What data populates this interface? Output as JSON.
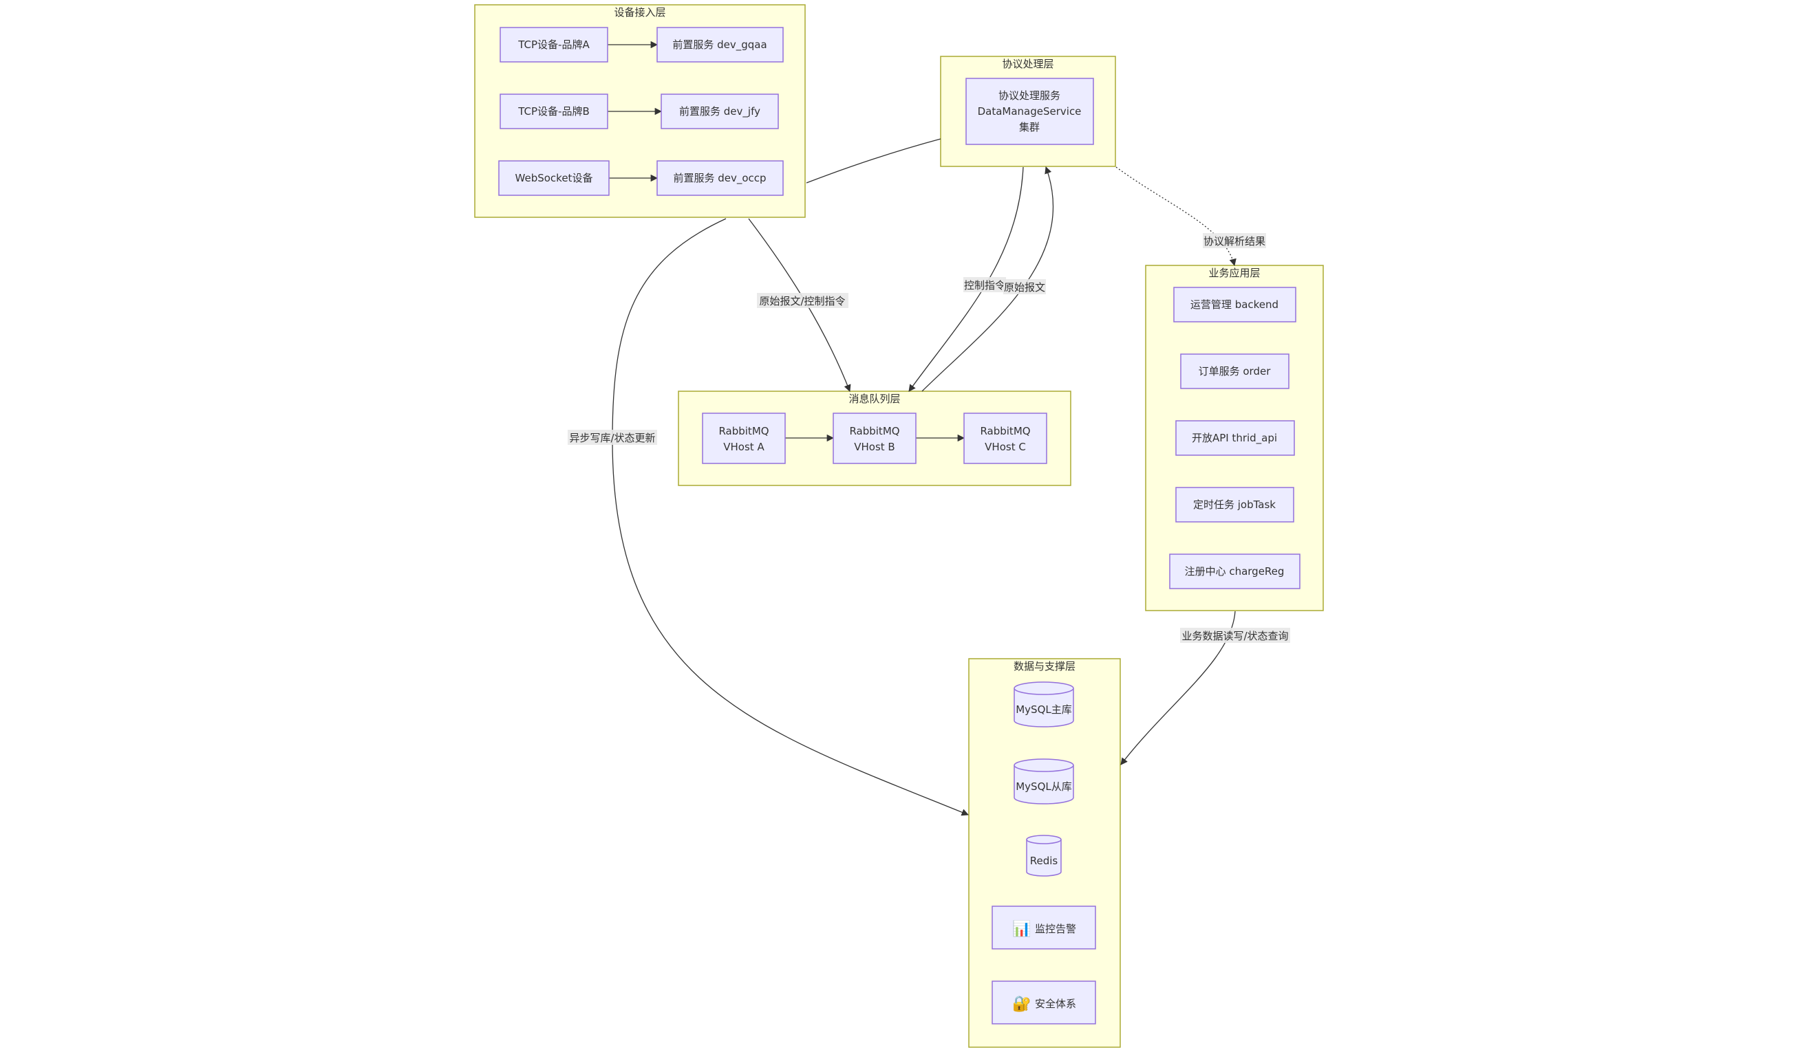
{
  "clusters": {
    "access": "设备接入层",
    "protocol": "协议处理层",
    "mq": "消息队列层",
    "business": "业务应用层",
    "data": "数据与支撑层"
  },
  "nodes": {
    "tcp_a": "TCP设备-品牌A",
    "tcp_b": "TCP设备-品牌B",
    "ws": "WebSocket设备",
    "front_gqaa": "前置服务 dev_gqaa",
    "front_jfy": "前置服务 dev_jfy",
    "front_occp": "前置服务 dev_occp",
    "dms_line1": "协议处理服务",
    "dms_line2": "DataManageService",
    "dms_line3": "集群",
    "mq_a_line1": "RabbitMQ",
    "mq_a_line2": "VHost A",
    "mq_b_line1": "RabbitMQ",
    "mq_b_line2": "VHost B",
    "mq_c_line1": "RabbitMQ",
    "mq_c_line2": "VHost C",
    "backend": "运营管理 backend",
    "order": "订单服务 order",
    "api": "开放API thrid_api",
    "job": "定时任务 jobTask",
    "reg": "注册中心 chargeReg",
    "mysql_master": "MySQL主库",
    "mysql_slave": "MySQL从库",
    "redis": "Redis",
    "monitor_icon": "📊",
    "monitor": "监控告警",
    "security_icon": "🔐",
    "security": "安全体系"
  },
  "edge_labels": {
    "raw_control": "原始报文/控制指令",
    "control": "控制指令",
    "raw": "原始报文",
    "parse_result": "协议解析结果",
    "async_write": "异步写库/状态更新",
    "biz_rw": "业务数据读写/状态查询"
  }
}
